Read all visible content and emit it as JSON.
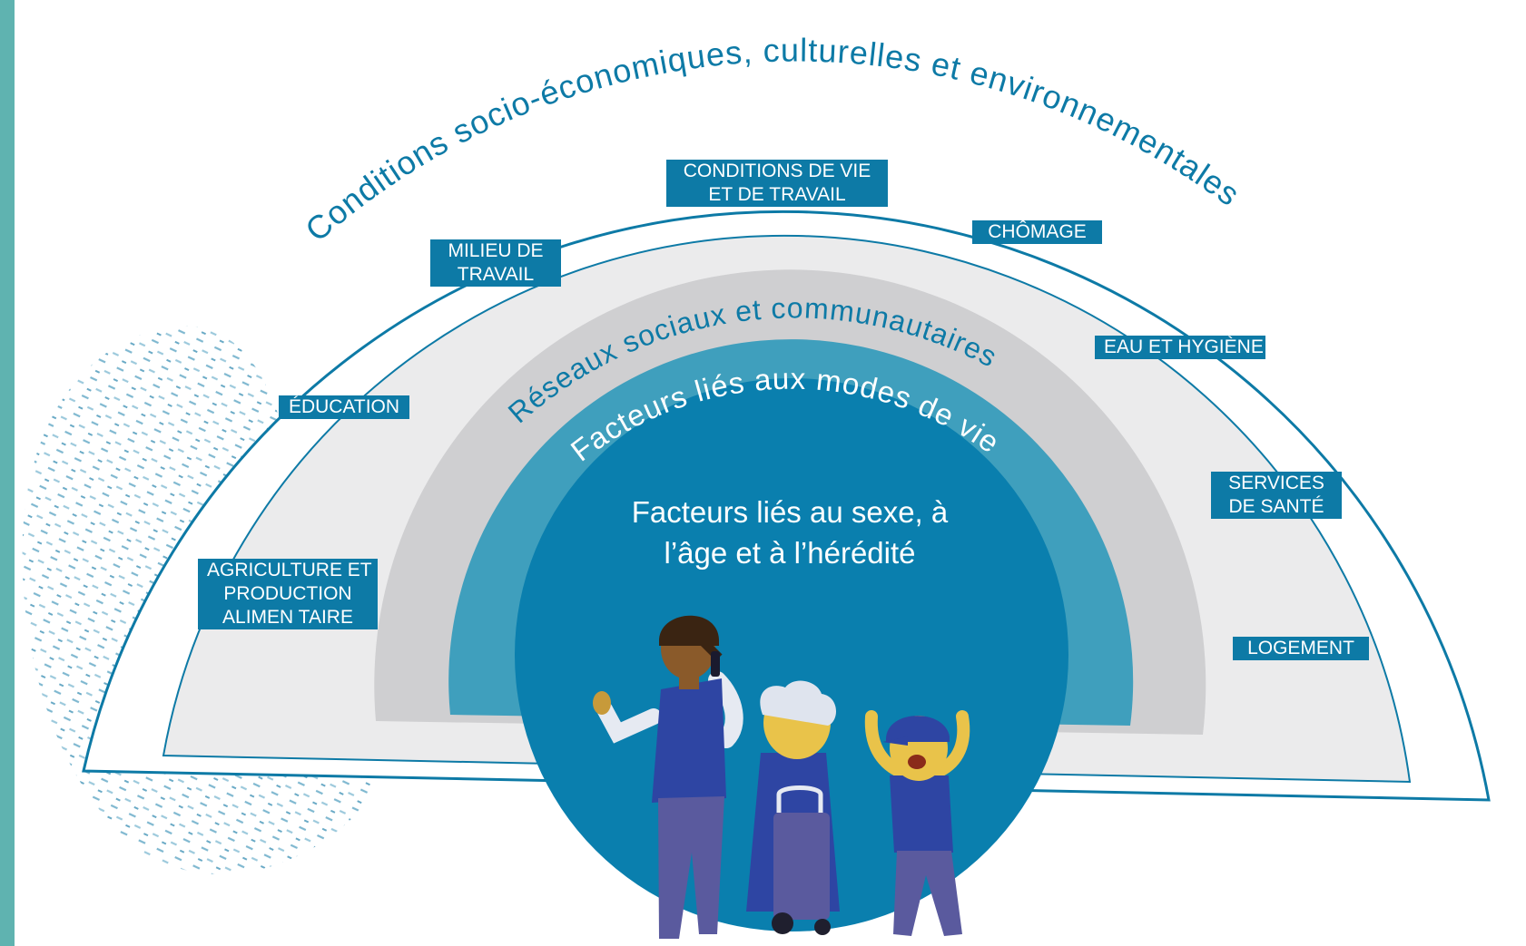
{
  "rings": {
    "outer": "Conditions socio-économiques, culturelles et environnementales",
    "social": "Réseaux sociaux et communautaires",
    "lifestyle": "Facteurs liés aux modes de vie",
    "core": [
      "Facteurs liés au sexe, à",
      "l’âge et à l’hérédité"
    ]
  },
  "labels": {
    "conditions_vie": [
      "CONDITIONS DE VIE",
      "ET DE TRAVAIL"
    ],
    "milieu_travail": [
      "MILIEU DE",
      "TRAVAIL"
    ],
    "chomage": [
      "CHÔMAGE"
    ],
    "eau_hygiene": [
      "EAU ET HYGIÈNE"
    ],
    "education": [
      "ÉDUCATION"
    ],
    "services_sante": [
      "SERVICES",
      "DE SANTÉ"
    ],
    "agriculture": [
      "AGRICULTURE ET",
      "PRODUCTION",
      "ALIMEN TAIRE"
    ],
    "logement": [
      "LOGEMENT"
    ]
  },
  "colors": {
    "teal_border": "#5fb3b0",
    "outer_ring_stroke": "#0d7aa6",
    "ring_light": "#ebebec",
    "ring_mid": "#cfcfd1",
    "ring_lifestyle": "#3f9fbd",
    "core": "#0a7fae",
    "label_bg": "#0d7aa6"
  },
  "icons": [
    "woman-on-phone-figure",
    "elderly-woman-with-cart-figure",
    "cheering-boy-figure",
    "dotted-pattern-blob"
  ]
}
